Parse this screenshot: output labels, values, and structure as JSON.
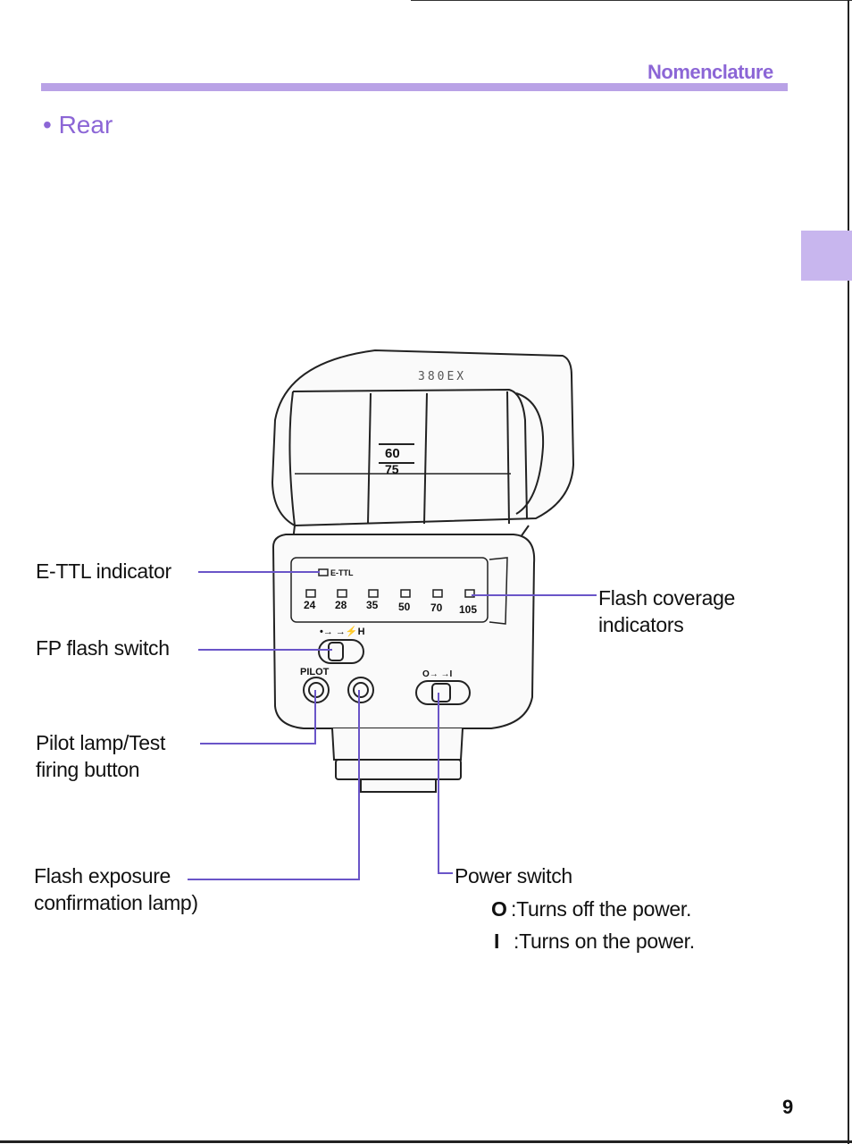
{
  "header": {
    "section_title": "Nomenclature",
    "subheading": "• Rear"
  },
  "flash_unit": {
    "model_text": "380EX",
    "zoom_scale": [
      "60",
      "75"
    ],
    "ettl_label": "E-TTL",
    "zoom_values": [
      "24",
      "28",
      "35",
      "50",
      "70",
      "105"
    ],
    "fp_switch_marks": "•→ →⚡H",
    "pilot_label": "PILOT",
    "power_switch_marks": "O→ →I"
  },
  "callouts": {
    "ettl_indicator": "E-TTL indicator",
    "fp_flash_switch": "FP flash switch",
    "pilot_lamp": [
      "Pilot lamp/Test",
      "firing button"
    ],
    "flash_exposure": [
      "Flash exposure",
      "confirmation lamp)"
    ],
    "flash_coverage": [
      "Flash coverage",
      "indicators"
    ],
    "power_switch": "Power switch",
    "power_off": {
      "symbol": "O",
      "text": ":Turns off the power."
    },
    "power_on": {
      "symbol": "I",
      "text": ":Turns on the power."
    }
  },
  "colors": {
    "accent": "#8c66d6",
    "leader_line": "#6a55c8"
  },
  "footer": {
    "page_number": "9"
  }
}
